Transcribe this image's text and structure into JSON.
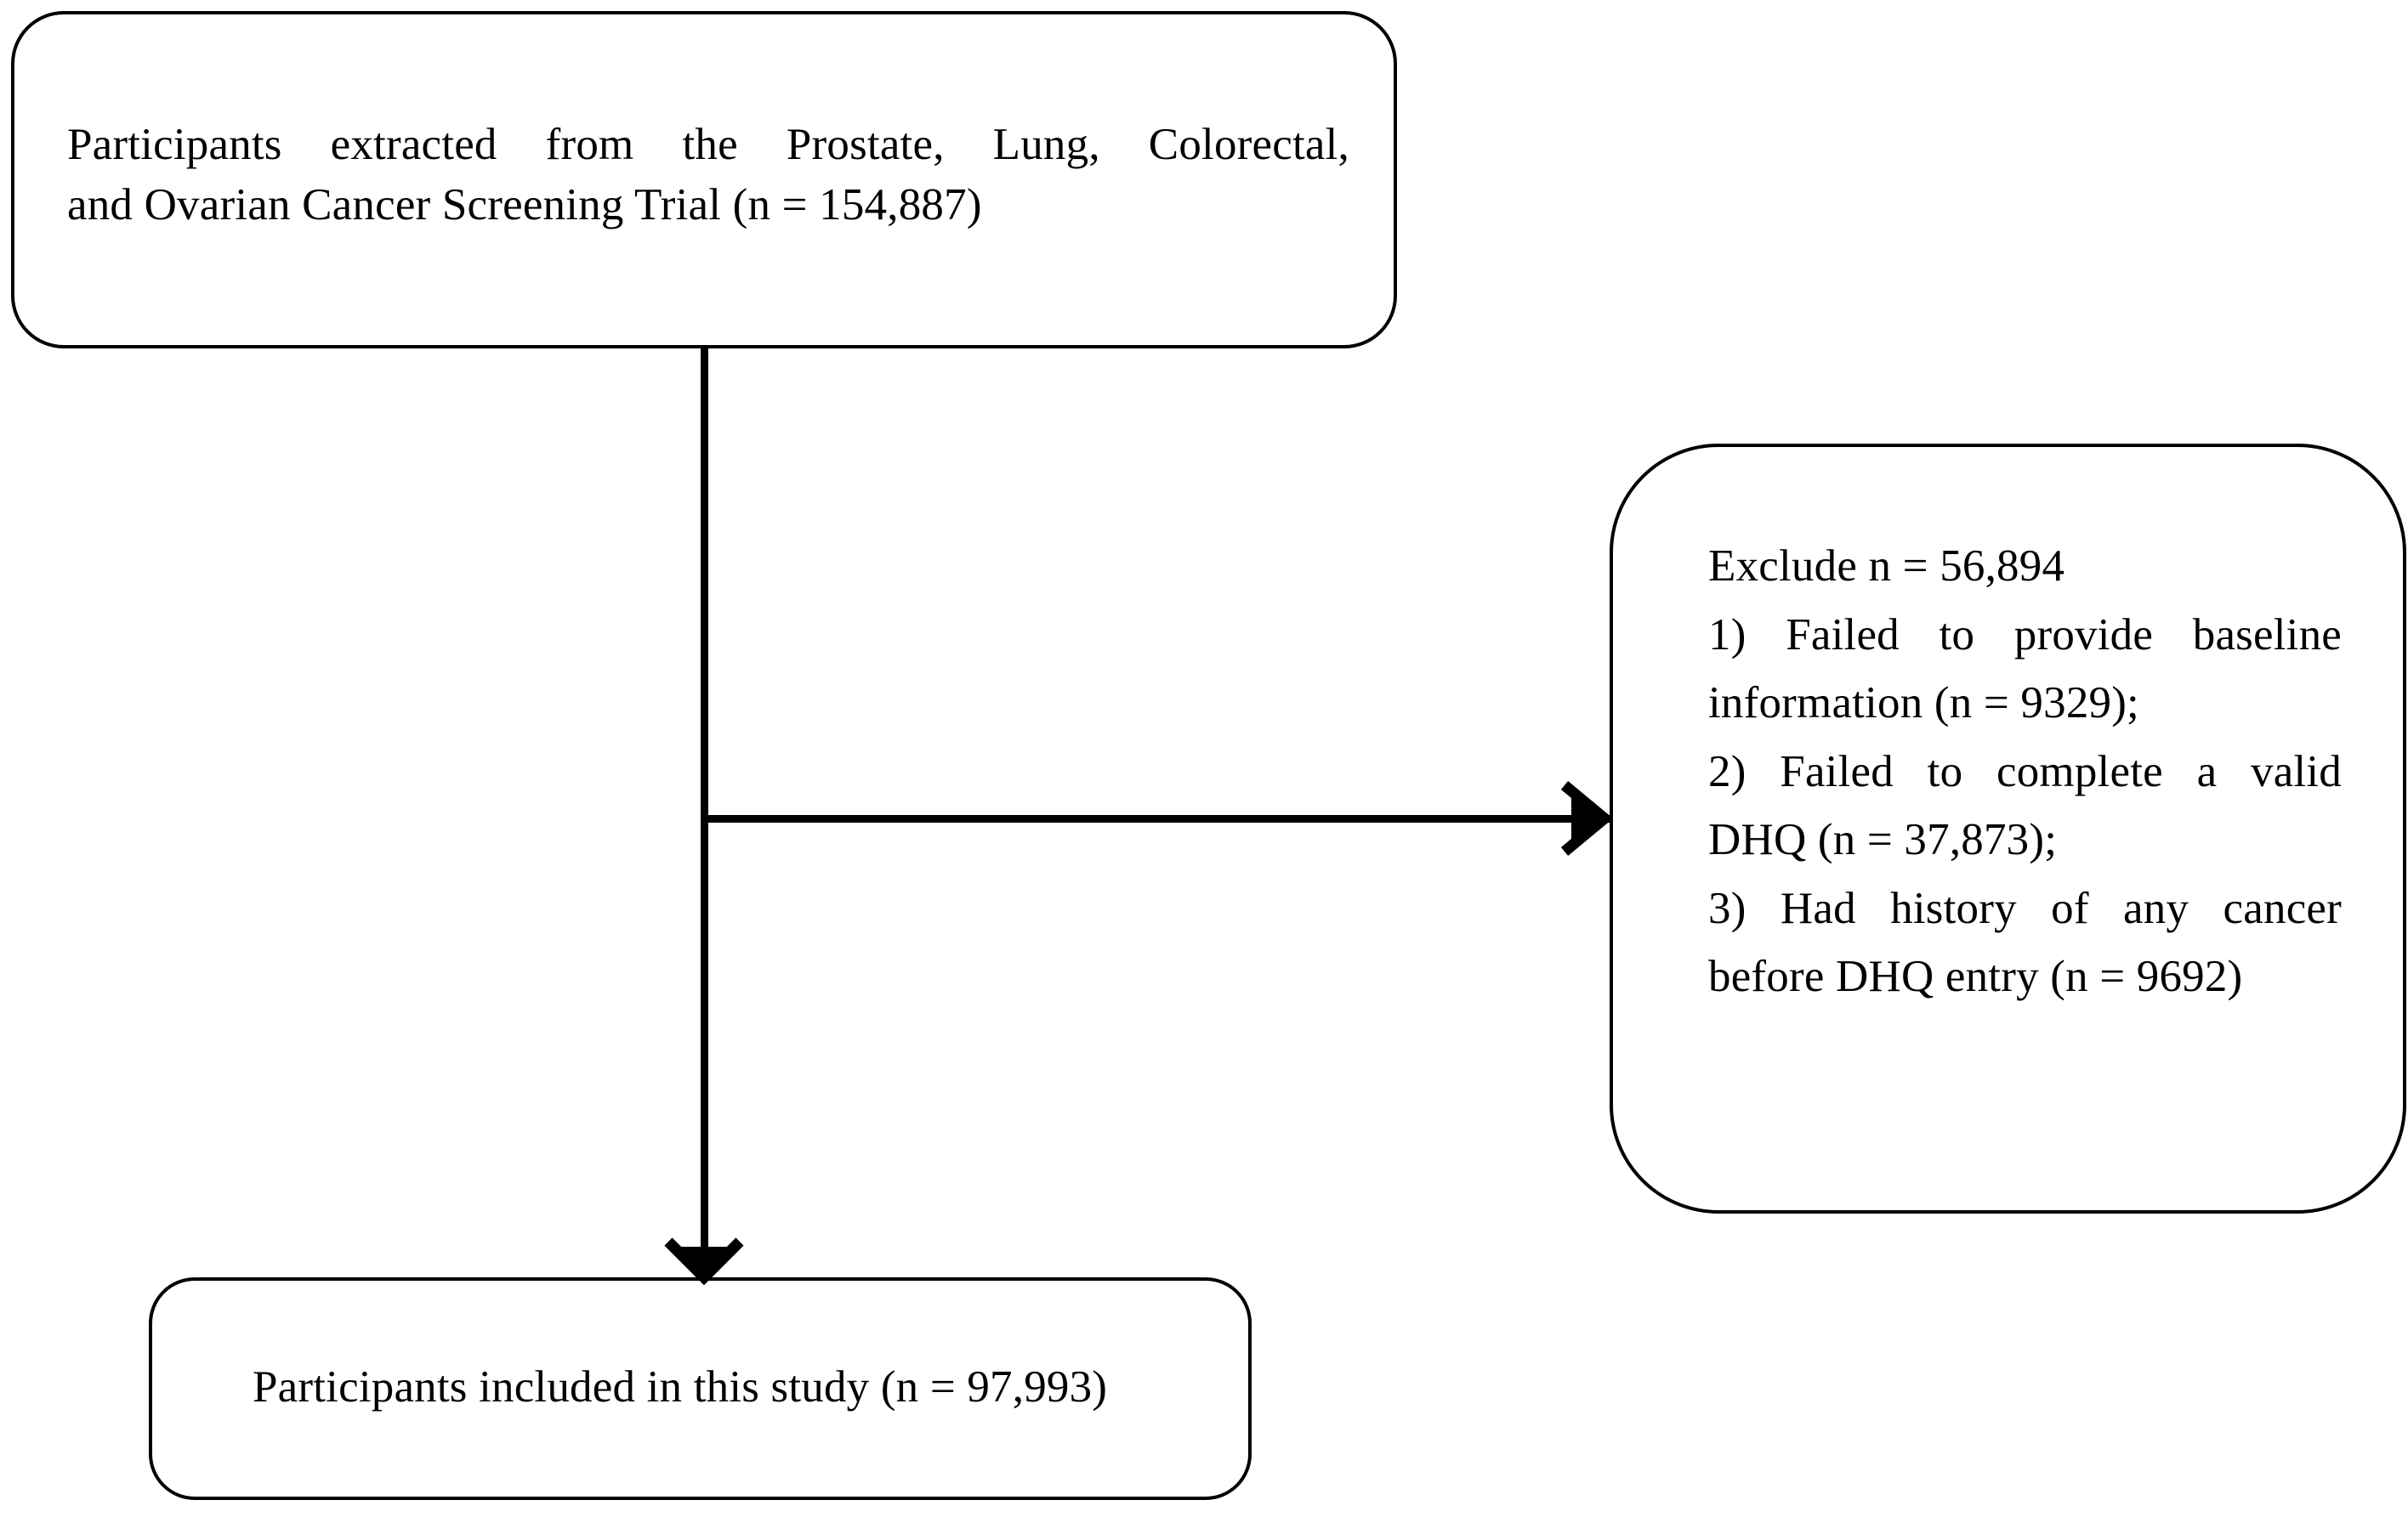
{
  "figure": {
    "type": "flowchart",
    "orientation": "vertical-with-side-branch",
    "background_color": "#ffffff",
    "line_color": "#000000",
    "text_color": "#000000"
  },
  "nodes": {
    "source": {
      "id": "source-population-box",
      "shape": "rounded-rectangle",
      "line_1": "Participants extracted from the Prostate, Lung, Colorectal,",
      "line_2": "and Ovarian Cancer Screening Trial (n = 154,887)",
      "full_text": "Participants extracted from the Prostate, Lung, Colorectal, and Ovarian Cancer Screening Trial (n = 154,887)",
      "count_label": "n = 154,887",
      "count_value": 154887
    },
    "exclude": {
      "id": "exclusion-box",
      "shape": "rounded-rectangle",
      "heading": "Exclude n = 56,894",
      "count_label": "n = 56,894",
      "count_value": 56894,
      "reasons": [
        {
          "number": "1)",
          "line_1": "1)  Failed to provide baseline",
          "line_2": "information (n = 9329);",
          "text": "Failed to provide baseline information (n = 9329);",
          "count_label": "n = 9329",
          "count_value": 9329
        },
        {
          "number": "2)",
          "line_1": "2)  Failed to complete a valid",
          "line_2": "DHQ (n = 37,873);",
          "text": "Failed to complete a valid DHQ (n = 37,873);",
          "count_label": "n = 37,873",
          "count_value": 37873
        },
        {
          "number": "3)",
          "line_1": "3)  Had history of any cancer",
          "line_2": "before DHQ entry (n = 9692)",
          "text": "Had history of any cancer before DHQ entry (n = 9692)",
          "count_label": "n = 9692",
          "count_value": 9692
        }
      ]
    },
    "included": {
      "id": "included-population-box",
      "shape": "rounded-rectangle",
      "text": "Participants included in this study (n = 97,993)",
      "count_label": "n = 97,993",
      "count_value": 97993
    }
  },
  "connectors": [
    {
      "id": "source-to-included",
      "from": "source",
      "to": "included",
      "direction": "down",
      "arrowhead": true
    },
    {
      "id": "source-to-exclude",
      "from": "source",
      "to": "exclude",
      "direction": "right",
      "arrowhead": true
    }
  ]
}
